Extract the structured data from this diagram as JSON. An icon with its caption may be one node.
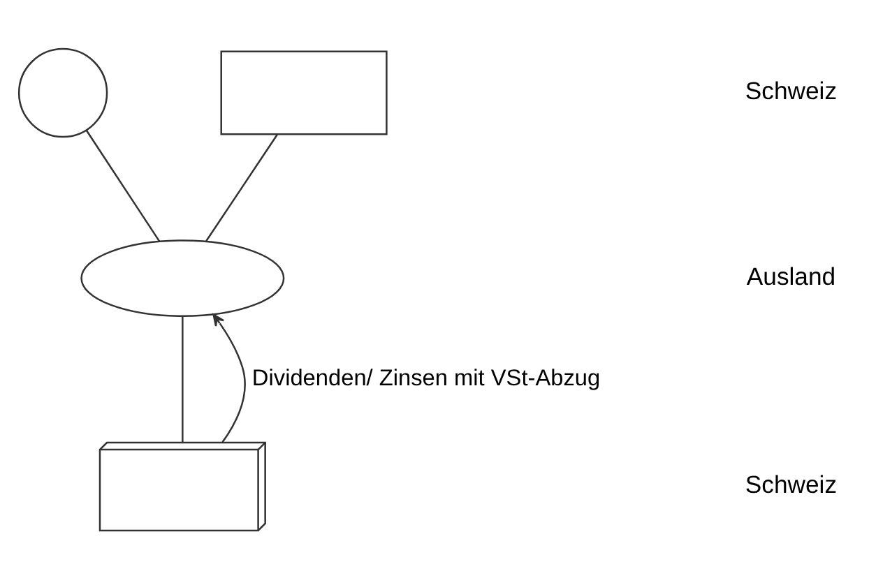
{
  "diagram": {
    "nodes": [
      {
        "text": [],
        "shape": "circle"
      },
      {
        "text": [],
        "shape": "box"
      },
      {
        "text": [],
        "shape": "ellipse"
      },
      {
        "text": [],
        "shape": "stack"
      }
    ],
    "edges": [
      {
        "from": 0,
        "to": 2,
        "arrow": "none"
      },
      {
        "from": 1,
        "to": 2,
        "arrow": "none"
      },
      {
        "from": 2,
        "to": 3,
        "arrow": "none"
      },
      {
        "from": 3,
        "to": 2,
        "arrow": "to",
        "label": "Dividenden/ Zinsen mit VSt-Abzug"
      }
    ],
    "labels": [
      "Schweiz",
      "Ausland",
      "Schweiz"
    ]
  }
}
